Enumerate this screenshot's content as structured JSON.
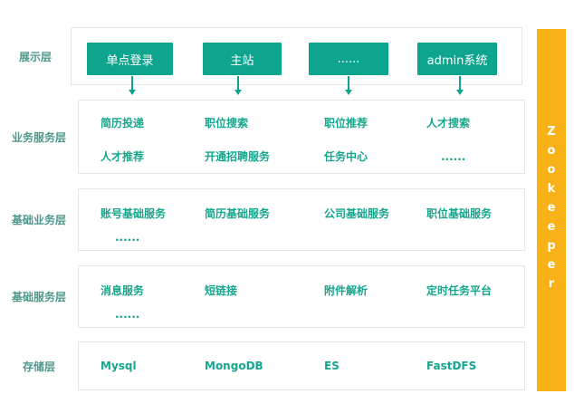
{
  "colors": {
    "accent_teal": "#0ea58e",
    "text_teal": "#16a68d",
    "label_teal_gray": "#4e988b",
    "zookeeper_yellow": "#f8b117",
    "box_border_gray": "#e6e6e6"
  },
  "presentation": {
    "label": "展示层",
    "buttons": [
      {
        "label": "单点登录"
      },
      {
        "label": "主站"
      },
      {
        "label": "......"
      },
      {
        "label": "admin系统"
      }
    ]
  },
  "layers": [
    {
      "label": "业务服务层",
      "rows": [
        [
          "简历投递",
          "职位搜索",
          "职位推荐",
          "人才搜索"
        ],
        [
          "人才推荐",
          "开通招聘服务",
          "任务中心",
          "......"
        ]
      ]
    },
    {
      "label": "基础业务层",
      "rows": [
        [
          "账号基础服务",
          "简历基础服务",
          "公司基础服务",
          "职位基础服务"
        ],
        [
          "......"
        ]
      ]
    },
    {
      "label": "基础服务层",
      "rows": [
        [
          "消息服务",
          "短链接",
          "附件解析",
          "定时任务平台"
        ],
        [
          "......"
        ]
      ]
    },
    {
      "label": "存储层",
      "rows": [
        [
          "Mysql",
          "MongoDB",
          "ES",
          "FastDFS"
        ]
      ]
    }
  ],
  "zookeeper": {
    "label": "Zookeeper"
  }
}
